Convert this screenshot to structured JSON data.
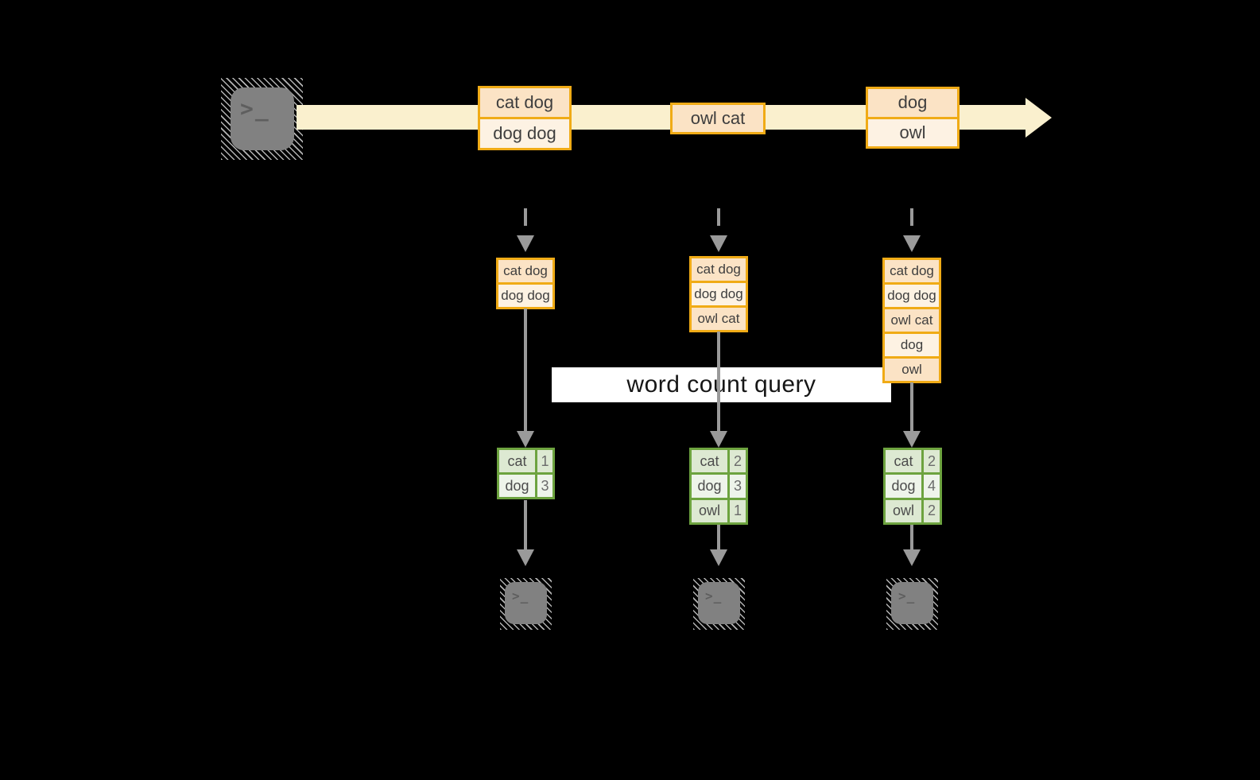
{
  "palette": {
    "background": "#000000",
    "stream_cream": "#FAF0CE",
    "box_border_amber": "#F0AB16",
    "cell_peach": "#FBE3C5",
    "cell_peach_light": "#FDF2E3",
    "table_border_green": "#6DA33F",
    "cell_green": "#DDE9D2",
    "cell_green_light": "#EEF4EA",
    "arrow_gray": "#9A9A9A",
    "terminal_gray": "#818181",
    "label_bg": "#FFFFFF"
  },
  "icons": {
    "terminal_glyph": ">_"
  },
  "query_label": {
    "text": "word count query"
  },
  "stream": {
    "events": [
      {
        "rows": [
          "cat dog",
          "dog dog"
        ]
      },
      {
        "rows": [
          "owl cat"
        ]
      },
      {
        "rows": [
          "dog",
          "owl"
        ]
      }
    ]
  },
  "columns": [
    {
      "state": [
        "cat dog",
        "dog dog"
      ],
      "counts": [
        {
          "word": "cat",
          "count": "1"
        },
        {
          "word": "dog",
          "count": "3"
        }
      ]
    },
    {
      "state": [
        "cat dog",
        "dog dog",
        "owl cat"
      ],
      "counts": [
        {
          "word": "cat",
          "count": "2"
        },
        {
          "word": "dog",
          "count": "3"
        },
        {
          "word": "owl",
          "count": "1"
        }
      ]
    },
    {
      "state": [
        "cat dog",
        "dog dog",
        "owl cat",
        "dog",
        "owl"
      ],
      "counts": [
        {
          "word": "cat",
          "count": "2"
        },
        {
          "word": "dog",
          "count": "4"
        },
        {
          "word": "owl",
          "count": "2"
        }
      ]
    }
  ]
}
